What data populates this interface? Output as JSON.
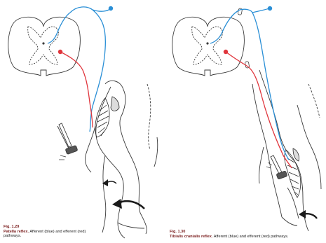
{
  "figures": [
    {
      "number": "Fig. 1.29",
      "title": "Patella reflex.",
      "text": "Afferent (blue) and efferent (red) pathways."
    },
    {
      "number": "Fig. 1.30",
      "title": "Tibialis cranialis reflex.",
      "text": "Afferent (blue) and efferent (red) pathways."
    }
  ],
  "colors": {
    "afferent": "#2a8fd6",
    "efferent": "#e0363d",
    "ink": "#3a3a3a",
    "caption_title": "#7a1d1d"
  }
}
